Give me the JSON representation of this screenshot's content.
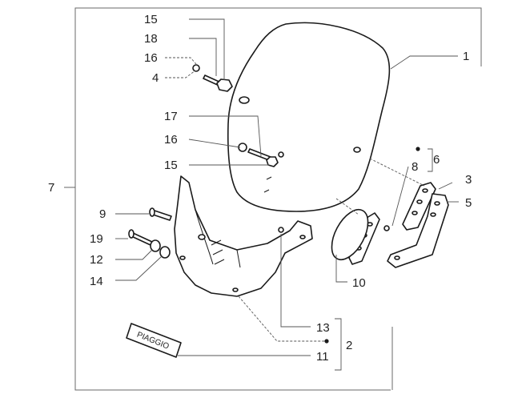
{
  "diagram": {
    "labels": {
      "l1": "1",
      "l2": "2",
      "l3": "3",
      "l4": "4",
      "l5": "5",
      "l6": "6",
      "l7": "7",
      "l8": "8",
      "l9": "9",
      "l10": "10",
      "l11": "11",
      "l12": "12",
      "l13": "13",
      "l14": "14",
      "l15a": "15",
      "l15b": "15",
      "l16a": "16",
      "l16b": "16",
      "l17": "17",
      "l18": "18",
      "l19": "19"
    },
    "badge_text": "PIAGGIO"
  }
}
